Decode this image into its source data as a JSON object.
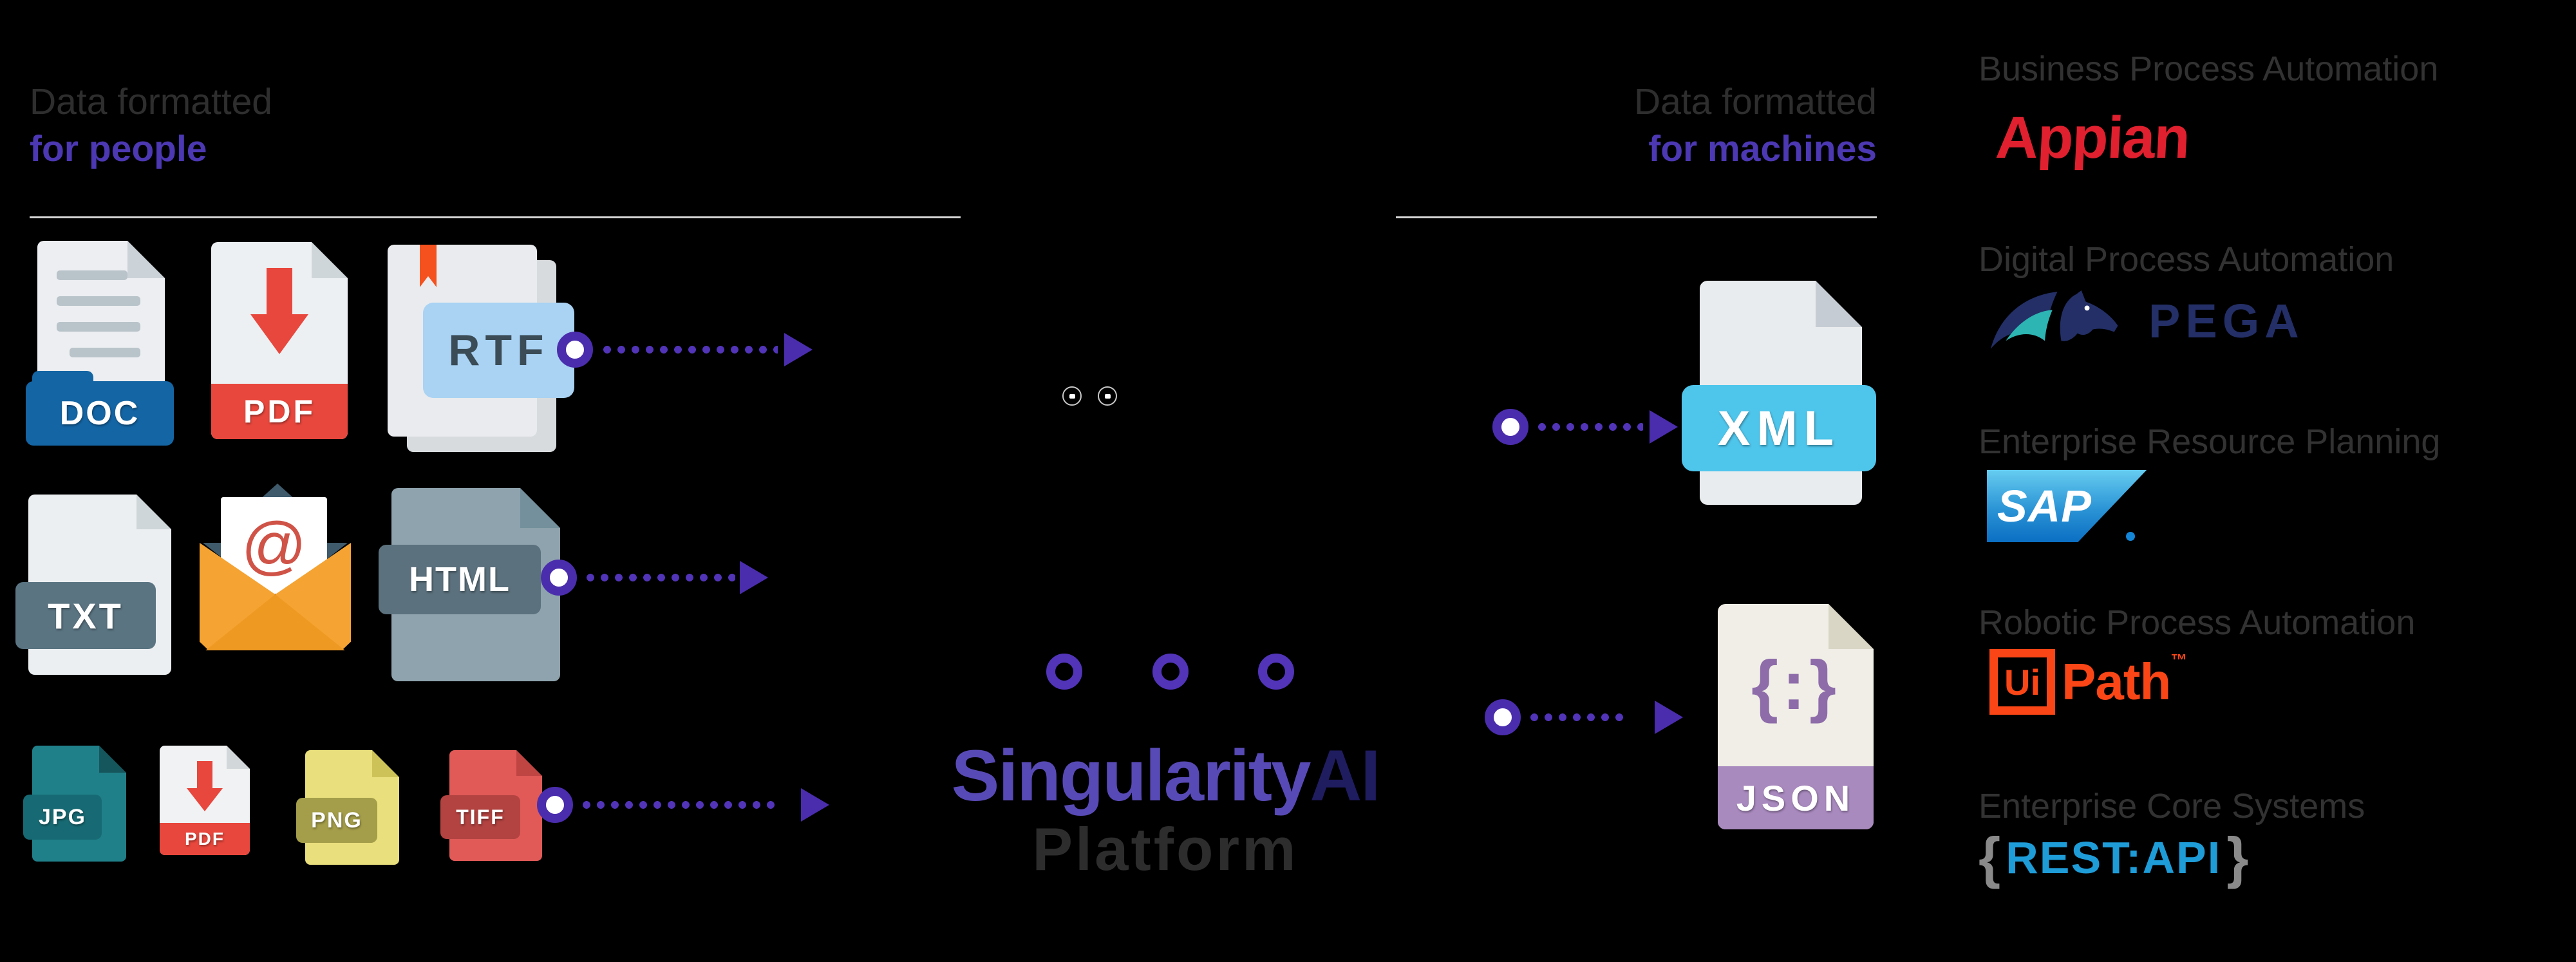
{
  "left_panel": {
    "header": {
      "line1": "Data formatted",
      "line2": "for people"
    },
    "file_icons": {
      "doc": "DOC",
      "pdf": "PDF",
      "rtf": "RTF",
      "txt": "TXT",
      "email_at": "@",
      "html": "HTML",
      "jpg": "JPG",
      "pdf_small": "PDF",
      "png": "PNG",
      "tiff": "TIFF"
    }
  },
  "platform": {
    "name_main": "Singularity",
    "name_accent": "AI",
    "subtitle": "Platform"
  },
  "right_panel": {
    "header": {
      "line1": "Data formatted",
      "line2": "for machines"
    },
    "file_icons": {
      "xml": "XML",
      "json": "JSON",
      "json_symbol": "{:}"
    }
  },
  "integrations": [
    {
      "category": "Business Process Automation",
      "vendor": "Appian"
    },
    {
      "category": "Digital Process Automation",
      "vendor": "PEGA"
    },
    {
      "category": "Enterprise Resource Planning",
      "vendor": "SAP"
    },
    {
      "category": "Robotic Process Automation",
      "vendor_box": "Ui",
      "vendor_rest": "Path",
      "trademark": "™"
    },
    {
      "category": "Enterprise Core Systems",
      "brace_open": "{",
      "vendor": "REST:API",
      "brace_close": "}"
    }
  ],
  "colors": {
    "background": "#000000",
    "accent_purple": "#5134b8",
    "header_purple": "#4c38b2",
    "header_gray": "#2e2e2e",
    "brand_purple": "#584ab6",
    "brand_navy": "#201c60",
    "appian_red": "#e0202e",
    "pega_navy": "#232f66",
    "pega_teal": "#2cb5b2",
    "sap_blue": "#0b6fc3",
    "uipath_orange": "#fa4616",
    "restapi_blue": "#1e9cd8"
  }
}
